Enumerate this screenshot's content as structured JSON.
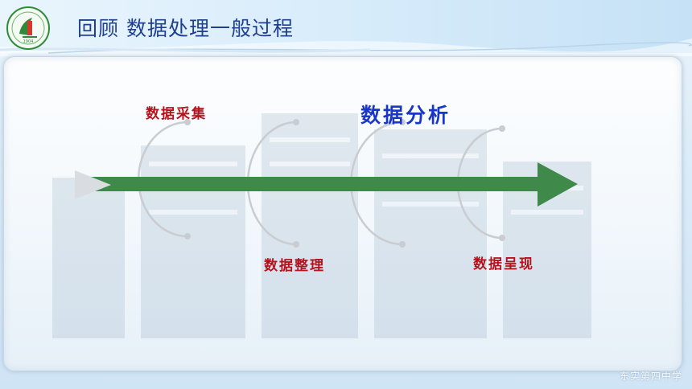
{
  "header": {
    "title": "回顾 数据处理一般过程"
  },
  "steps": [
    {
      "label": "数据采集",
      "position": "top",
      "active": false
    },
    {
      "label": "数据整理",
      "position": "bottom",
      "active": false
    },
    {
      "label": "数据分析",
      "position": "top",
      "active": true
    },
    {
      "label": "数据呈现",
      "position": "bottom",
      "active": false
    }
  ],
  "footer": {
    "brand": "东实第四中学"
  },
  "colors": {
    "title": "#1f3f8f",
    "step_label": "#b5121b",
    "step_label_active": "#1a36c8",
    "arrow": "#3f8a4b",
    "arc": "#c9ccd0",
    "arrow_start_triangle": "#d9dde2"
  },
  "icons": {
    "logo": "school-logo-icon"
  }
}
